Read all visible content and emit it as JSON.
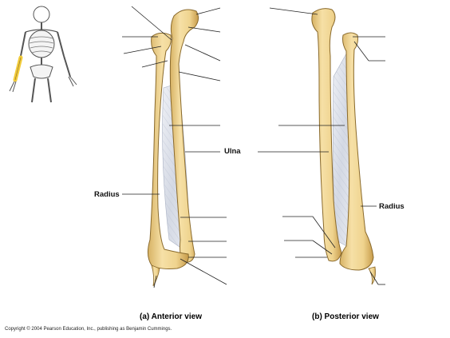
{
  "labels": {
    "ulna": "Ulna",
    "radius_left": "Radius",
    "radius_right": "Radius"
  },
  "captions": {
    "anterior": "(a) Anterior view",
    "posterior": "(b) Posterior view"
  },
  "copyright": "Copyright © 2004 Pearson Education, Inc., publishing as Benjamin Cummings.",
  "colors": {
    "bone": "#f1d58f",
    "bone_shadow": "#c99f4c",
    "bone_outline": "#8a6a2c",
    "membrane": "#dfe3ec",
    "highlight_bone": "#f2cc3a"
  }
}
